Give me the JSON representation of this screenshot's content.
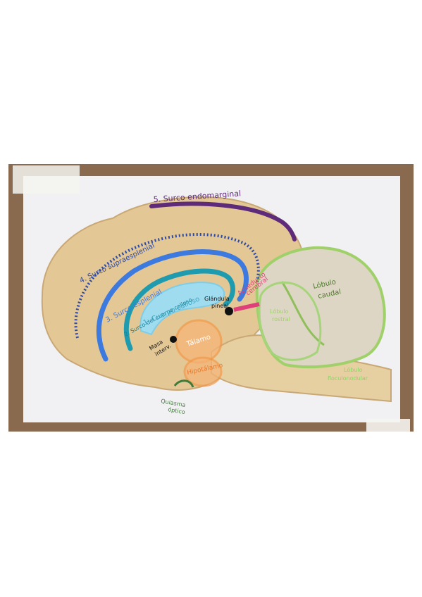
{
  "diagram": {
    "labels": {
      "surco_endomarginal": "5. Surco endomarginal",
      "surco_supraesplenial": "4. Surco supraesplenial",
      "surco_esplenial": "3. Surco esplenial",
      "surco_cuerpo_calloso": "2. Surco del cuerpo calloso",
      "cuerpo_calloso": "1. Cuerpo calloso",
      "glandula_pineal_1": "Glándula",
      "glandula_pineal_2": "pineal",
      "acueducto_1": "Acueducto",
      "acueducto_2": "cerebral",
      "lobulo_caudal_1": "Lóbulo",
      "lobulo_caudal_2": "caudal",
      "lobulo_rostral_1": "Lóbulo",
      "lobulo_rostral_2": "rostral",
      "masa_inter_1": "Masa",
      "masa_inter_2": "interv.",
      "talamo": "Tálamo",
      "hipotalamo": "Hipotálamo",
      "quiasma_1": "Quiasma",
      "quiasma_2": "óptico",
      "lobulo_flocular_1": "Lóbulo",
      "lobulo_flocular_2": "floculonodular"
    },
    "colors": {
      "board": "#8a6a4e",
      "paper": "#f2f2f4",
      "brain": "#e3c896",
      "endomarginal": "#5e2a7a",
      "supraesplenial": "#2e4aa8",
      "esplenial": "#3d7ae0",
      "surco_cuerpo": "#1f9bb0",
      "cuerpo_calloso": "#9fdcef",
      "pineal": "#111111",
      "acueducto": "#e0407a",
      "cerebelo": "#9fd06a",
      "talamo": "#f29a4a",
      "quiasma": "#3f7a3a",
      "flocular": "#8fd46a"
    }
  }
}
